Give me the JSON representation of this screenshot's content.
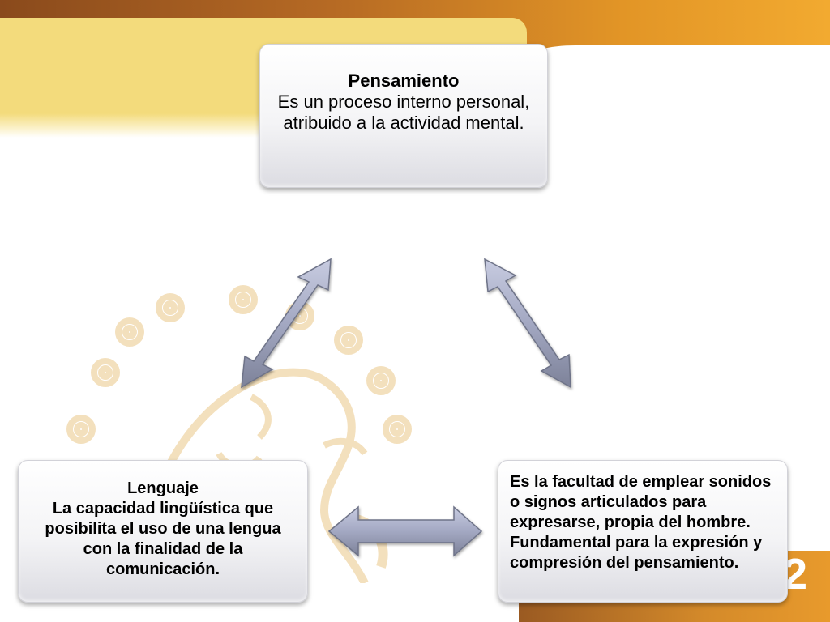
{
  "diagram": {
    "nodes": {
      "top": {
        "title": "Pensamiento",
        "body": "Es  un proceso interno personal, atribuido a la actividad mental."
      },
      "left": {
        "title": "Lenguaje",
        "body": "La capacidad lingüística que posibilita el uso de una lengua con la finalidad de la comunicación."
      },
      "right": {
        "body": "Es la facultad de emplear sonidos o signos articulados para expresarse, propia del hombre. Fundamental para la expresión y compresión  del pensamiento."
      }
    },
    "edges": [
      {
        "from": "top",
        "to": "left",
        "type": "bidirectional"
      },
      {
        "from": "top",
        "to": "right",
        "type": "bidirectional"
      },
      {
        "from": "left",
        "to": "right",
        "type": "bidirectional"
      }
    ],
    "arrow_color": "#9aa0b8",
    "box_colors": [
      "#ffffff",
      "#dcdce2"
    ]
  },
  "slide": {
    "number": "2",
    "theme_colors": {
      "orange": "#e29526",
      "brown": "#8a4a1c",
      "yellow": "#f3db7c"
    }
  }
}
